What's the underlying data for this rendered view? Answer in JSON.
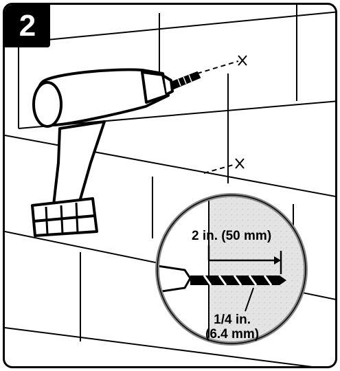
{
  "step": {
    "number": "2"
  },
  "labels": {
    "depth": "2 in. (50 mm)",
    "diameter_line1": "1/4 in.",
    "diameter_line2": "(6.4 mm)"
  },
  "icons": {
    "drill": "cordless-drill-icon",
    "anchor_marks": "drill-mark-icon"
  }
}
